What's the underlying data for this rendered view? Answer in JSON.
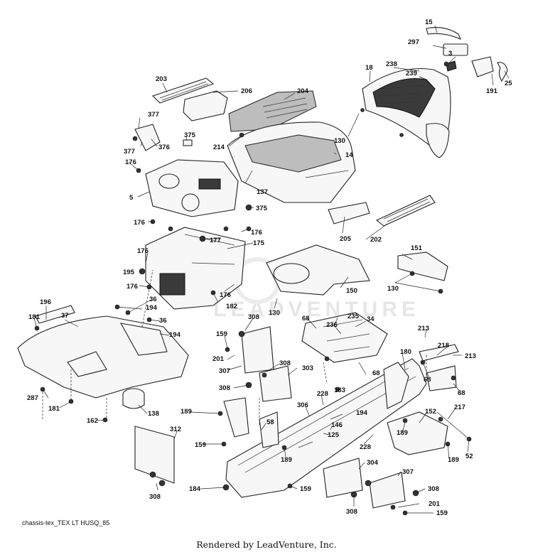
{
  "diagram": {
    "caption": "chassis-tex_TEX LT HUSQ_85",
    "credit": "Rendered by LeadVenture, Inc.",
    "watermark": "LEADVENTURE",
    "callouts": [
      {
        "id": "c15",
        "label": "15"
      },
      {
        "id": "c297",
        "label": "297"
      },
      {
        "id": "c3",
        "label": "3"
      },
      {
        "id": "c191",
        "label": "191"
      },
      {
        "id": "c25",
        "label": "25"
      },
      {
        "id": "c18",
        "label": "18"
      },
      {
        "id": "c238",
        "label": "238"
      },
      {
        "id": "c239",
        "label": "239"
      },
      {
        "id": "c130a",
        "label": "130"
      },
      {
        "id": "c203",
        "label": "203"
      },
      {
        "id": "c206",
        "label": "206"
      },
      {
        "id": "c204",
        "label": "204"
      },
      {
        "id": "c377a",
        "label": "377"
      },
      {
        "id": "c377b",
        "label": "377"
      },
      {
        "id": "c376",
        "label": "376"
      },
      {
        "id": "c375a",
        "label": "375"
      },
      {
        "id": "c214",
        "label": "214"
      },
      {
        "id": "c14",
        "label": "14"
      },
      {
        "id": "c176a",
        "label": "176"
      },
      {
        "id": "c5",
        "label": "5"
      },
      {
        "id": "c137",
        "label": "137"
      },
      {
        "id": "c375b",
        "label": "375"
      },
      {
        "id": "c205",
        "label": "205"
      },
      {
        "id": "c202",
        "label": "202"
      },
      {
        "id": "c176b",
        "label": "176"
      },
      {
        "id": "c176c",
        "label": "176"
      },
      {
        "id": "c177",
        "label": "177"
      },
      {
        "id": "c175",
        "label": "175"
      },
      {
        "id": "c176d",
        "label": "176"
      },
      {
        "id": "c195",
        "label": "195"
      },
      {
        "id": "c176e",
        "label": "176"
      },
      {
        "id": "c176f",
        "label": "176"
      },
      {
        "id": "c182",
        "label": "182"
      },
      {
        "id": "c151",
        "label": "151"
      },
      {
        "id": "c130b",
        "label": "130"
      },
      {
        "id": "c150",
        "label": "150"
      },
      {
        "id": "c130c",
        "label": "130"
      },
      {
        "id": "c196",
        "label": "196"
      },
      {
        "id": "c37",
        "label": "37"
      },
      {
        "id": "c36a",
        "label": "36"
      },
      {
        "id": "c194a",
        "label": "194"
      },
      {
        "id": "c36b",
        "label": "36"
      },
      {
        "id": "c194b",
        "label": "194"
      },
      {
        "id": "c181a",
        "label": "181"
      },
      {
        "id": "c287",
        "label": "287"
      },
      {
        "id": "c181b",
        "label": "181"
      },
      {
        "id": "c162",
        "label": "162"
      },
      {
        "id": "c138",
        "label": "138"
      },
      {
        "id": "c308a",
        "label": "308"
      },
      {
        "id": "c159a",
        "label": "159"
      },
      {
        "id": "c201a",
        "label": "201"
      },
      {
        "id": "c307a",
        "label": "307"
      },
      {
        "id": "c308b",
        "label": "308"
      },
      {
        "id": "c308c",
        "label": "308"
      },
      {
        "id": "c303",
        "label": "303"
      },
      {
        "id": "c68a",
        "label": "68"
      },
      {
        "id": "c235",
        "label": "235"
      },
      {
        "id": "c34",
        "label": "34"
      },
      {
        "id": "c236",
        "label": "236"
      },
      {
        "id": "c68b",
        "label": "68"
      },
      {
        "id": "c183",
        "label": "183"
      },
      {
        "id": "c213a",
        "label": "213"
      },
      {
        "id": "c218",
        "label": "218"
      },
      {
        "id": "c213b",
        "label": "213"
      },
      {
        "id": "c180",
        "label": "180"
      },
      {
        "id": "c68c",
        "label": "68"
      },
      {
        "id": "c68d",
        "label": "68"
      },
      {
        "id": "c228a",
        "label": "228"
      },
      {
        "id": "c306",
        "label": "306"
      },
      {
        "id": "c194c",
        "label": "194"
      },
      {
        "id": "c146",
        "label": "146"
      },
      {
        "id": "c125",
        "label": "125"
      },
      {
        "id": "c228b",
        "label": "228"
      },
      {
        "id": "c189a",
        "label": "189"
      },
      {
        "id": "c312",
        "label": "312"
      },
      {
        "id": "c58",
        "label": "58"
      },
      {
        "id": "c159b",
        "label": "159"
      },
      {
        "id": "c189b",
        "label": "189"
      },
      {
        "id": "c152",
        "label": "152"
      },
      {
        "id": "c217",
        "label": "217"
      },
      {
        "id": "c189c",
        "label": "189"
      },
      {
        "id": "c189d",
        "label": "189"
      },
      {
        "id": "c52",
        "label": "52"
      },
      {
        "id": "c304",
        "label": "304"
      },
      {
        "id": "c307b",
        "label": "307"
      },
      {
        "id": "c184",
        "label": "184"
      },
      {
        "id": "c159c",
        "label": "159"
      },
      {
        "id": "c308d",
        "label": "308"
      },
      {
        "id": "c308e",
        "label": "308"
      },
      {
        "id": "c308f",
        "label": "308"
      },
      {
        "id": "c201b",
        "label": "201"
      },
      {
        "id": "c159d",
        "label": "159"
      }
    ]
  }
}
